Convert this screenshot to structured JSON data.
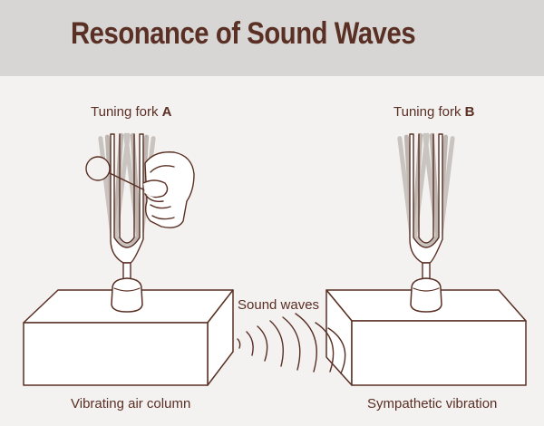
{
  "title": "Resonance of Sound Waves",
  "fork_a": {
    "prefix": "Tuning fork ",
    "letter": "A"
  },
  "fork_b": {
    "prefix": "Tuning fork ",
    "letter": "B"
  },
  "sound_waves_label": "Sound waves",
  "caption_left": "Vibrating air column",
  "caption_right": "Sympathetic vibration",
  "colors": {
    "ink": "#5a2f24",
    "header_bg": "#d7d6d5",
    "page_bg": "#f3f2f1",
    "box_fill": "#ffffff",
    "fork_shadow": "#c9c4c0"
  }
}
